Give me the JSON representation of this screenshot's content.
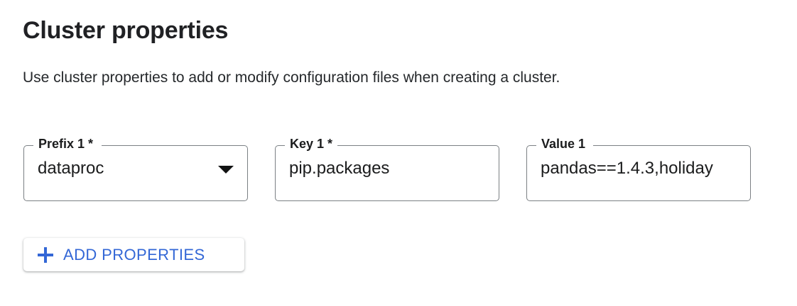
{
  "section": {
    "title": "Cluster properties",
    "description": "Use cluster properties to add or modify configuration files when creating a cluster."
  },
  "fields": [
    {
      "label": "Prefix 1 *",
      "value": "dataproc",
      "type": "select",
      "icon": "chevron-down-icon",
      "name": "prefix-1"
    },
    {
      "label": "Key 1 *",
      "value": "pip.packages",
      "type": "text",
      "name": "key-1"
    },
    {
      "label": "Value 1",
      "value": "pandas==1.4.3,holiday",
      "type": "text",
      "name": "value-1"
    }
  ],
  "actions": {
    "add_properties_label": "ADD PROPERTIES",
    "add_properties_icon": "plus-icon"
  },
  "colors": {
    "accent_blue": "#3367d6",
    "text_primary": "#202124",
    "field_border": "#7b8084",
    "background": "#ffffff"
  }
}
